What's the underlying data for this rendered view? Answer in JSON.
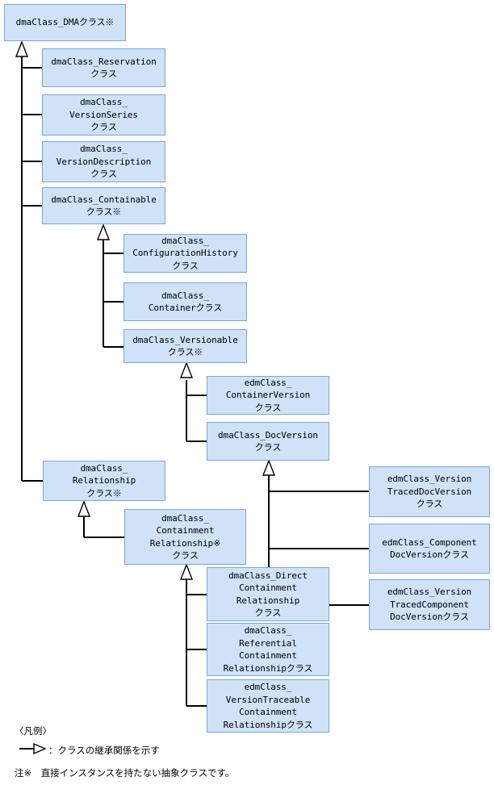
{
  "diagram": {
    "title": "DMA class inheritance hierarchy",
    "fill_color": "#cfe2f8",
    "border_color": "#7ba7d7",
    "line_color": "#000000"
  },
  "nodes": {
    "dma": "dmaClass_DMAクラス※",
    "reservation": "dmaClass_Reservation\nクラス",
    "version_series": "dmaClass_\nVersionSeries\nクラス",
    "version_description": "dmaClass_\nVersionDescription\nクラス",
    "containable": "dmaClass_Containable\nクラス※",
    "configuration_history": "dmaClass_\nConfigurationHistory\nクラス",
    "container": "dmaClass_\nContainerクラス",
    "versionable": "dmaClass_Versionable\nクラス※",
    "container_version": "edmClass_\nContainerVersion\nクラス",
    "doc_version": "dmaClass_DocVersion\nクラス",
    "version_traced_doc_version": "edmClass_Version\nTracedDocVersion\nクラス",
    "component_doc_version": "edmClass_Component\nDocVersionクラス",
    "version_traced_component_doc_version": "edmClass_Version\nTracedComponent\nDocVersionクラス",
    "relationship": "dmaClass_\nRelationship\nクラス※",
    "containment_relationship": "dmaClass_\nContainment\nRelationship※\nクラス",
    "direct_containment_relationship": "dmaClass_Direct\nContainment\nRelationship\nクラス",
    "referential_containment_relationship": "dmaClass_\nReferential\nContainment\nRelationshipクラス",
    "version_traceable_containment_relationship": "edmClass_\nVersionTraceable\nContainment\nRelationshipクラス"
  },
  "legend": {
    "title": "〈凡例〉",
    "description": "：クラスの継承関係を示す",
    "note": "注※　直接インスタンスを持たない抽象クラスです。"
  }
}
